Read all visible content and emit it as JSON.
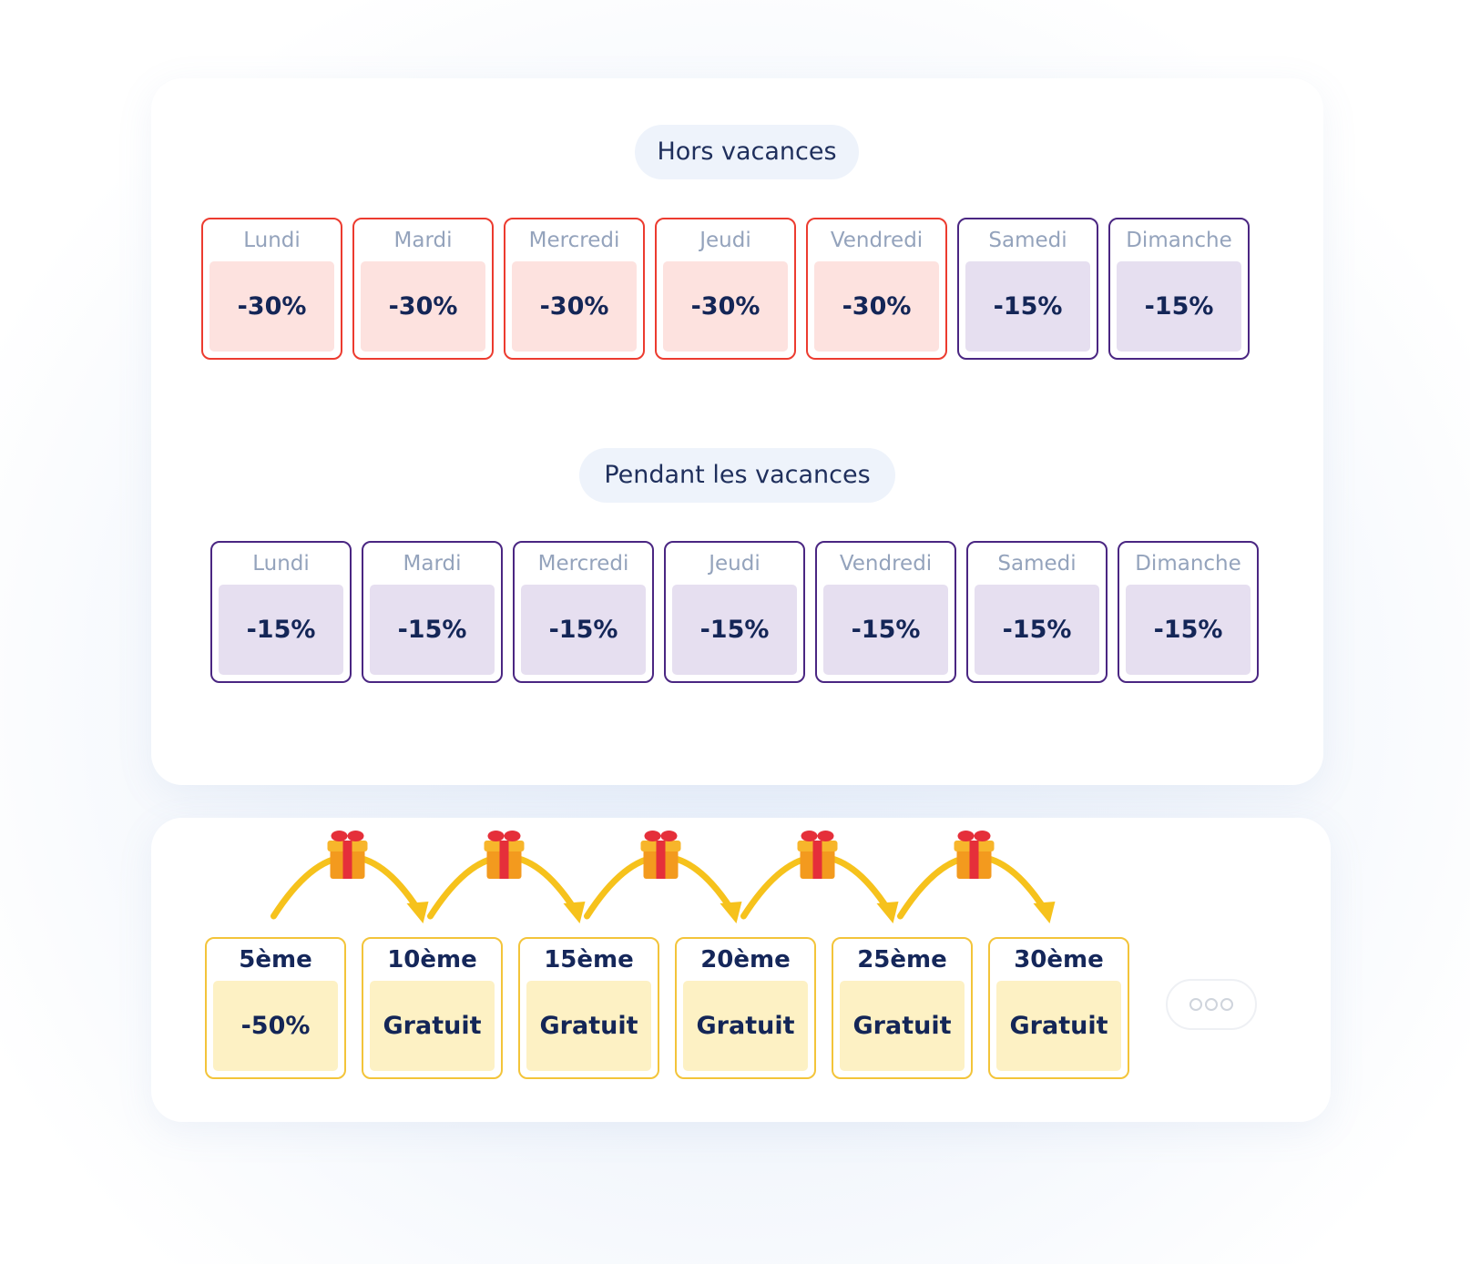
{
  "sections": {
    "hors_vacances": {
      "title": "Hors vacances",
      "days": [
        {
          "day": "Lundi",
          "discount": "-30%",
          "tone": "red"
        },
        {
          "day": "Mardi",
          "discount": "-30%",
          "tone": "red"
        },
        {
          "day": "Mercredi",
          "discount": "-30%",
          "tone": "red"
        },
        {
          "day": "Jeudi",
          "discount": "-30%",
          "tone": "red"
        },
        {
          "day": "Vendredi",
          "discount": "-30%",
          "tone": "red"
        },
        {
          "day": "Samedi",
          "discount": "-15%",
          "tone": "purple"
        },
        {
          "day": "Dimanche",
          "discount": "-15%",
          "tone": "purple"
        }
      ]
    },
    "pendant_vacances": {
      "title": "Pendant les vacances",
      "days": [
        {
          "day": "Lundi",
          "discount": "-15%",
          "tone": "purple"
        },
        {
          "day": "Mardi",
          "discount": "-15%",
          "tone": "purple"
        },
        {
          "day": "Mercredi",
          "discount": "-15%",
          "tone": "purple"
        },
        {
          "day": "Jeudi",
          "discount": "-15%",
          "tone": "purple"
        },
        {
          "day": "Vendredi",
          "discount": "-15%",
          "tone": "purple"
        },
        {
          "day": "Samedi",
          "discount": "-15%",
          "tone": "purple"
        },
        {
          "day": "Dimanche",
          "discount": "-15%",
          "tone": "purple"
        }
      ]
    }
  },
  "loyalty": {
    "steps": [
      {
        "label": "5ème",
        "reward": "-50%"
      },
      {
        "label": "10ème",
        "reward": "Gratuit"
      },
      {
        "label": "15ème",
        "reward": "Gratuit"
      },
      {
        "label": "20ème",
        "reward": "Gratuit"
      },
      {
        "label": "25ème",
        "reward": "Gratuit"
      },
      {
        "label": "30ème",
        "reward": "Gratuit"
      }
    ],
    "gift_icon": "gift-icon",
    "more_icon": "ellipsis-icon"
  },
  "colors": {
    "weekday_border": "#ec3b2f",
    "weekday_fill": "#fde2df",
    "weekend_border": "#4a2682",
    "weekend_fill": "#e6dff0",
    "loyalty_border": "#f3c43a",
    "loyalty_fill": "#fdf1c4",
    "arrow": "#f6c21c",
    "text_dark": "#142657",
    "text_muted": "#94a3bc"
  }
}
